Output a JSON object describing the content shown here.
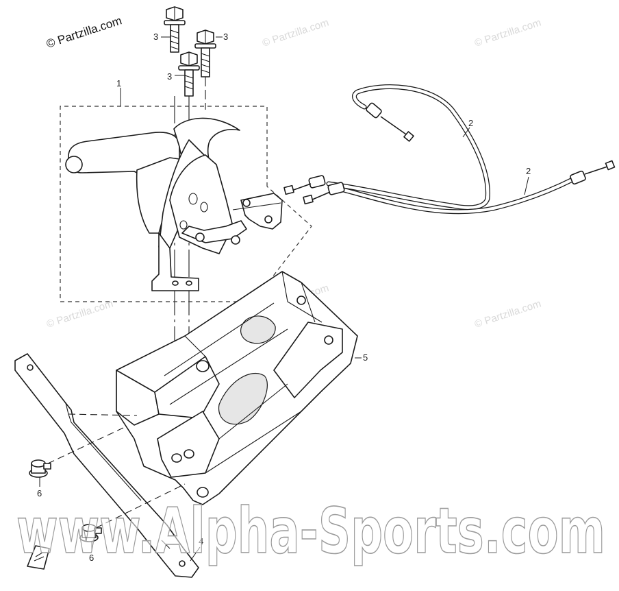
{
  "watermarks": {
    "main": "© Partzilla.com",
    "repeat": "© Partzilla.com",
    "banner": "www.Alpha-Sports.com"
  },
  "callouts": {
    "c1": "1",
    "c2a": "2",
    "c2b": "2",
    "c3a": "3",
    "c3b": "3",
    "c3c": "3",
    "c4": "4",
    "c5": "5",
    "c6a": "6",
    "c6b": "6"
  },
  "colors": {
    "line": "#1a1a1a",
    "watermark": "#d9d9d9",
    "background": "#ffffff"
  }
}
